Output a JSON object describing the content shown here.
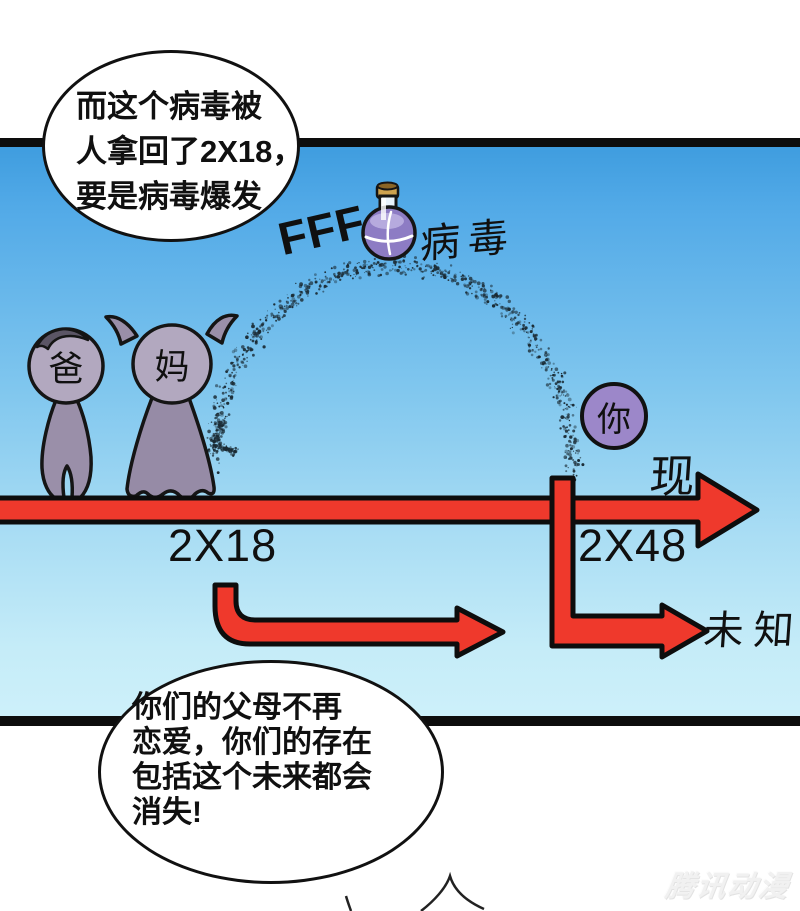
{
  "bubble_top": {
    "lines": [
      "而这个病毒被",
      "人拿回了2X18，",
      "要是病毒爆发"
    ]
  },
  "virus": {
    "fff_label": "FFF",
    "name_label": "病毒"
  },
  "figures": {
    "dad_label": "爸",
    "mom_label": "妈",
    "you_label": "你"
  },
  "timeline": {
    "present_label": "现",
    "start_year": "2X18",
    "current_year": "2X48",
    "unknown_label": "未知"
  },
  "bubble_bottom": {
    "lines": [
      "你们的父母不再",
      "恋爱，你们的存在",
      "包括这个未来都会",
      "消失!"
    ]
  },
  "watermark": "腾讯动漫",
  "colors": {
    "arrow_red": "#ef392c",
    "outline_black": "#0d0d0d",
    "sky_top": "#3f9ddf",
    "sky_bottom": "#cdf0fa",
    "figure_purple": "#9a8fa9",
    "head_purple": "#b2a8bf",
    "you_circle_purple": "#9c87c9",
    "flask_purple": "#8d7cc4",
    "cork_tan": "#cda24f"
  }
}
